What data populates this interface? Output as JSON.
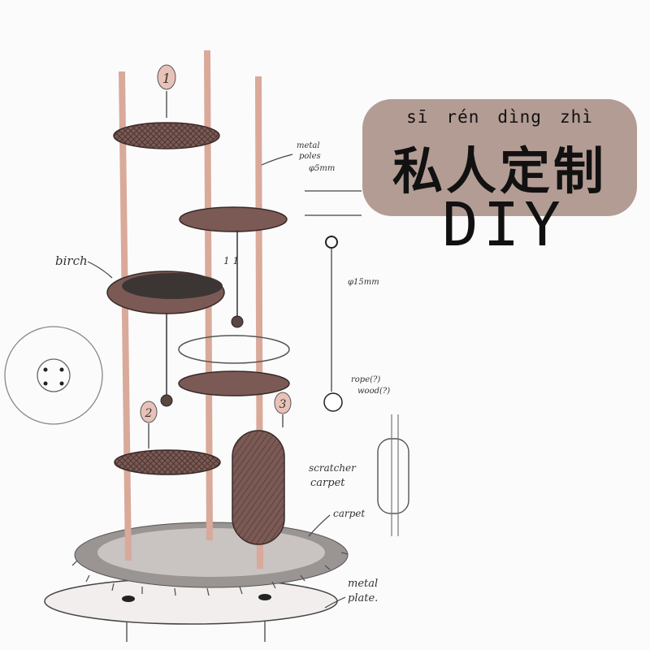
{
  "badge": {
    "pinyin": [
      "sī",
      "rén",
      "dìng",
      "zhì"
    ],
    "chinese": "私人定制",
    "subtitle": "DIY"
  },
  "annotations": {
    "step1": "1",
    "step2": "2",
    "step3": "3",
    "birch": "birch",
    "scratcher": "scratcher",
    "carpet_label": "carpet",
    "carpet2": "carpet",
    "metal": "metal",
    "plate": "plate.",
    "note_top_1": "metal",
    "note_top_2": "poles",
    "note_top_3": "φ5mm",
    "note_mid": "φ15mm",
    "note_cord_1": "rope(?)",
    "note_cord_2": "wood(?)",
    "dims": "1 1"
  },
  "colors": {
    "badge_bg": "#b39c94",
    "pole": "#d9a99a",
    "shelf": "#7b5a55",
    "ink": "#333333"
  }
}
